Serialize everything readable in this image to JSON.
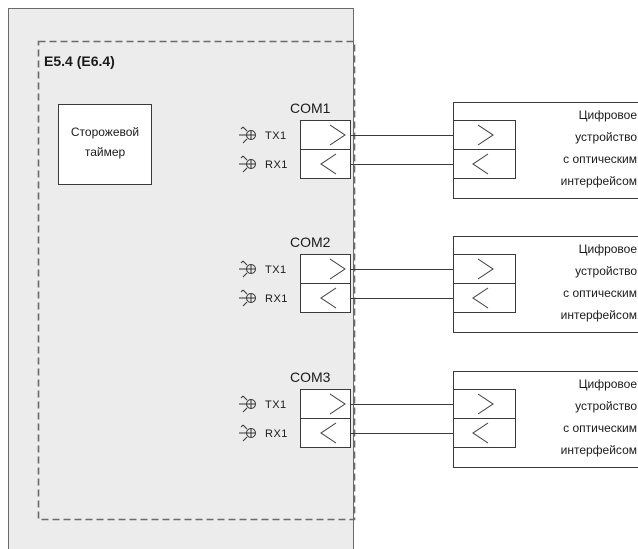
{
  "module": {
    "title": "E5.4 (E6.4)",
    "background": "#ececec",
    "watchdog_lines": [
      "Сторожевой",
      "таймер"
    ]
  },
  "ports": [
    {
      "name": "COM1",
      "tx": "TX1",
      "rx": "RX1",
      "device_lines": [
        "Цифровое",
        "устройство",
        "с оптическим",
        "интерфейсом"
      ]
    },
    {
      "name": "COM2",
      "tx": "TX1",
      "rx": "RX1",
      "device_lines": [
        "Цифровое",
        "устройство",
        "с оптическим",
        "интерфейсом"
      ]
    },
    {
      "name": "COM3",
      "tx": "TX1",
      "rx": "RX1",
      "device_lines": [
        "Цифровое",
        "устройство",
        "с оптическим",
        "интерфейсом"
      ]
    }
  ]
}
